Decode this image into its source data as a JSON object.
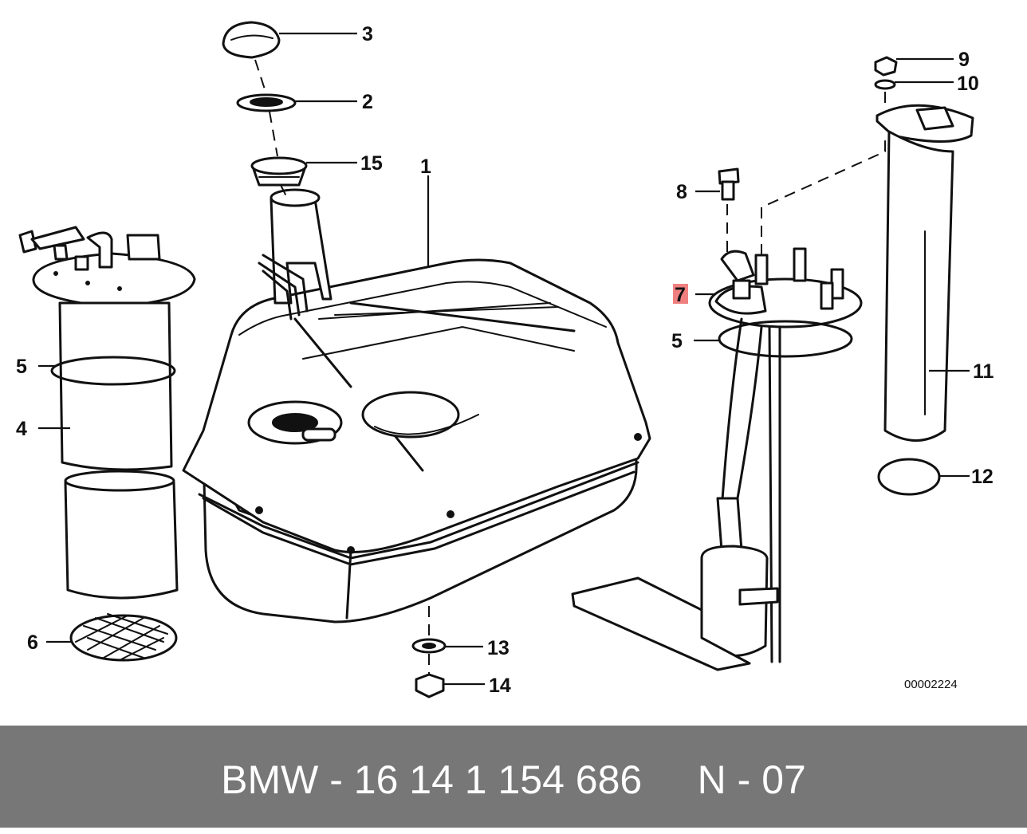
{
  "diagram": {
    "callouts": [
      {
        "id": "c1",
        "label": "1"
      },
      {
        "id": "c2",
        "label": "2"
      },
      {
        "id": "c3",
        "label": "3"
      },
      {
        "id": "c4",
        "label": "4"
      },
      {
        "id": "c5a",
        "label": "5"
      },
      {
        "id": "c5b",
        "label": "5"
      },
      {
        "id": "c6",
        "label": "6"
      },
      {
        "id": "c7",
        "label": "7",
        "highlighted": true
      },
      {
        "id": "c8",
        "label": "8"
      },
      {
        "id": "c9",
        "label": "9"
      },
      {
        "id": "c10",
        "label": "10"
      },
      {
        "id": "c11",
        "label": "11"
      },
      {
        "id": "c12",
        "label": "12"
      },
      {
        "id": "c13",
        "label": "13"
      },
      {
        "id": "c14",
        "label": "14"
      },
      {
        "id": "c15",
        "label": "15"
      }
    ],
    "code": "00002224",
    "highlight_color": "#f08080"
  },
  "footer": {
    "text": "BMW - 16 14 1 154 686     N - 07",
    "background": "#777777",
    "color": "#ffffff"
  }
}
